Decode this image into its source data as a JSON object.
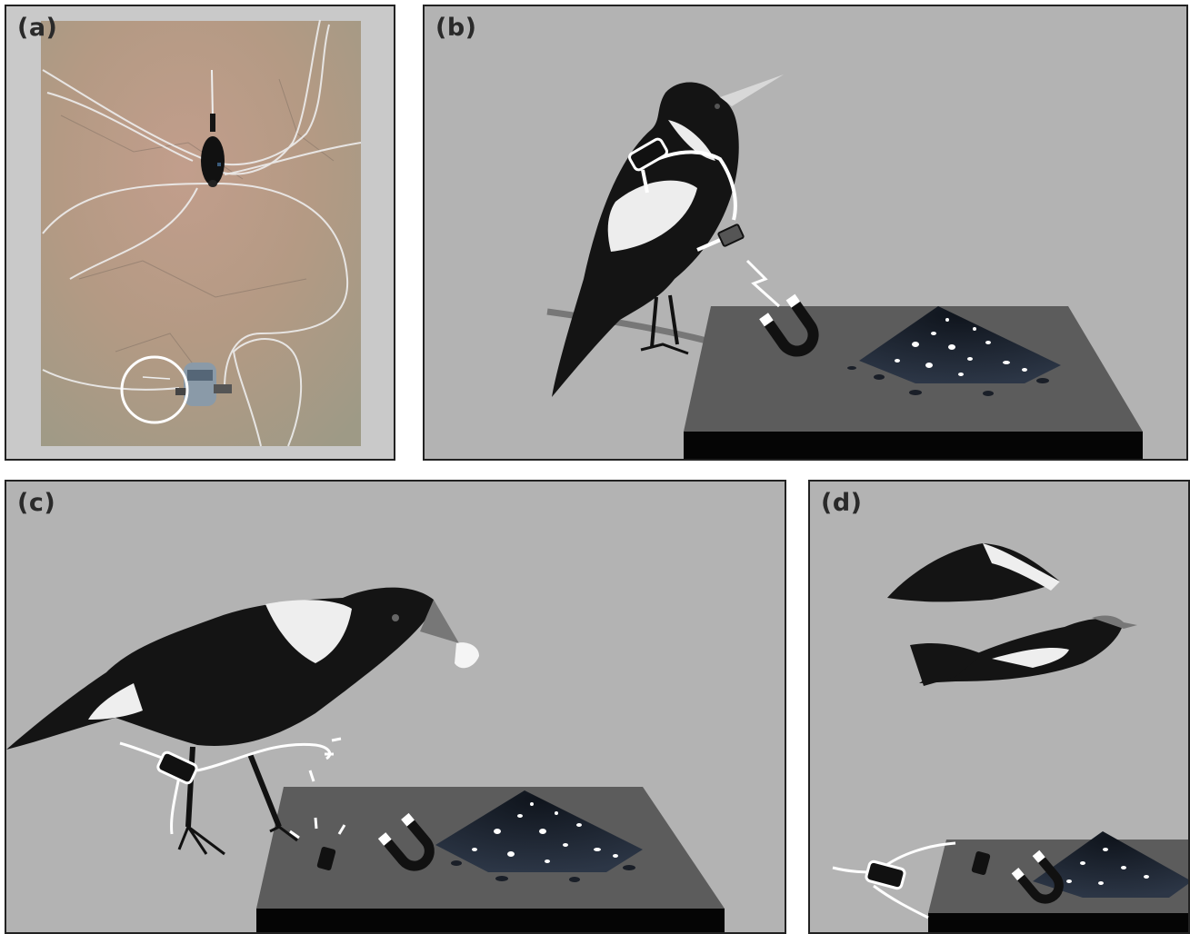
{
  "panels": [
    {
      "id": "a",
      "label": "(a)"
    },
    {
      "id": "b",
      "label": "(b)"
    },
    {
      "id": "c",
      "label": "(c)"
    },
    {
      "id": "d",
      "label": "(d)"
    }
  ],
  "colors": {
    "panel_bg": "#b3b3b3",
    "border": "#222222",
    "feeder_top": "#595959",
    "feeder_side": "#050505",
    "seed_pile": "#1c2330",
    "floor": "#b59a86",
    "tag": "#111111",
    "wire": "#ffffff"
  },
  "icons": [
    "gps-tag-icon",
    "horseshoe-magnet-icon",
    "lightning-signal-icon",
    "seed-pile-icon",
    "magpie-bird-icon",
    "feeder-table-icon"
  ]
}
